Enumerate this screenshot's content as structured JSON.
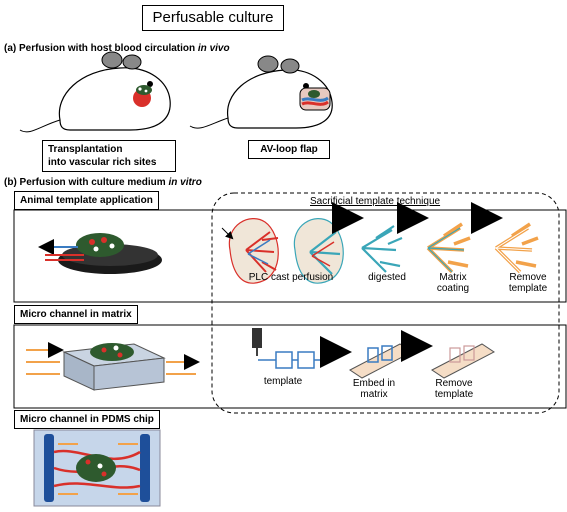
{
  "title": "Perfusable culture",
  "section_a": {
    "label": "(a) Perfusion with host blood circulation",
    "italic": "in vivo"
  },
  "section_b": {
    "label": "(b) Perfusion with culture medium",
    "italic": "in vitro"
  },
  "box_transplantation": {
    "line1": "Transplantation",
    "line2": "into vascular rich sites"
  },
  "box_avloop": "AV-loop flap",
  "box_animal_template": "Animal template application",
  "box_micro_matrix": "Micro channel in matrix",
  "box_micro_pdms": "Micro channel in PDMS chip",
  "sacrificial_title": "Sacrificial template technique",
  "steps_row1": {
    "plc": "PLC cast perfusion",
    "digested": "digested",
    "matrix_coating": {
      "line1": "Matrix",
      "line2": "coating"
    },
    "remove_template": {
      "line1": "Remove",
      "line2": "template"
    }
  },
  "steps_row2": {
    "template": "template",
    "embed": {
      "line1": "Embed in",
      "line2": "matrix"
    },
    "remove": {
      "line1": "Remove",
      "line2": "template"
    }
  },
  "colors": {
    "red": "#d9302a",
    "blue": "#3a7cc2",
    "orange": "#f2a24a",
    "teal": "#3aa6b8"
  }
}
